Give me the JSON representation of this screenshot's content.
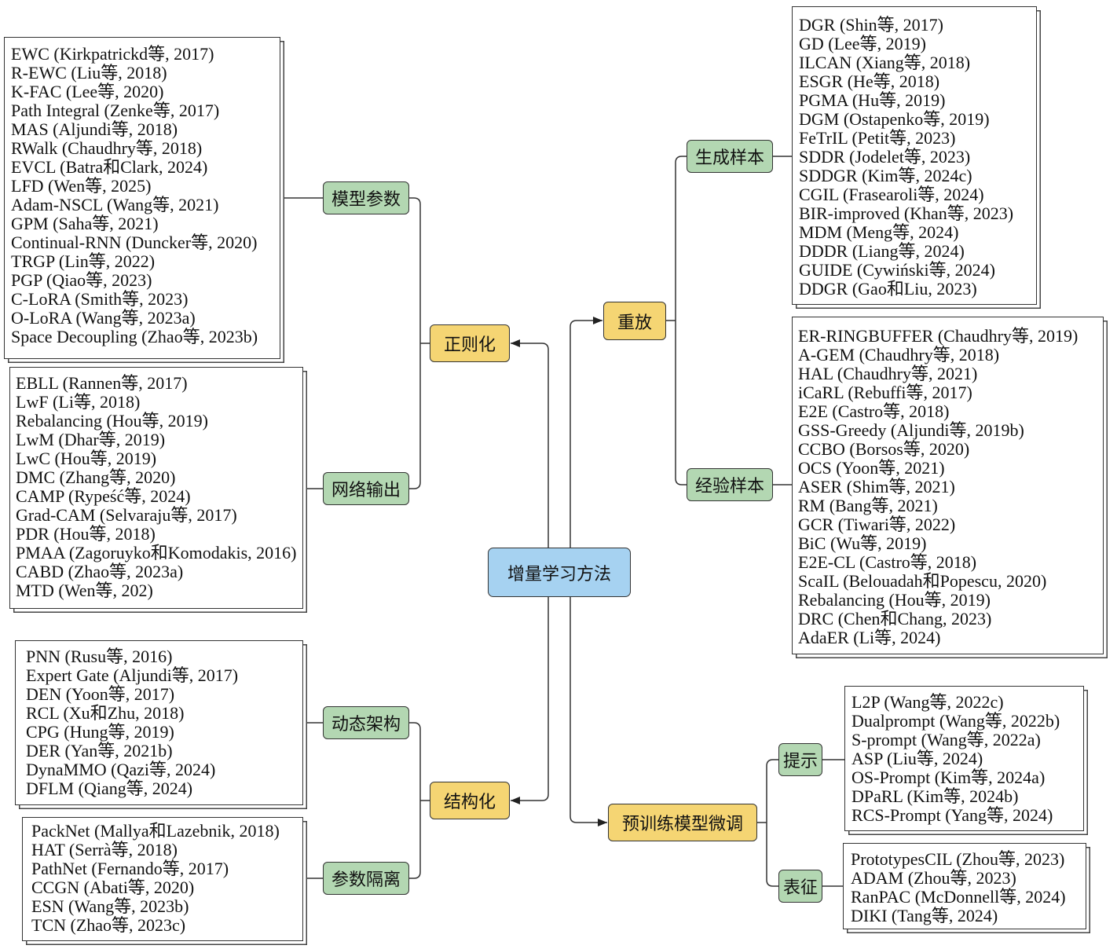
{
  "root": {
    "label": "增量学习方法"
  },
  "categories": [
    {
      "label": "正则化",
      "subcategories": [
        {
          "label": "模型参数",
          "methods": [
            "EWC (Kirkpatrickd等, 2017)",
            "R-EWC (Liu等, 2018)",
            "K-FAC (Lee等, 2020)",
            "Path Integral (Zenke等, 2017)",
            "MAS (Aljundi等, 2018)",
            "RWalk (Chaudhry等, 2018)",
            "EVCL (Batra和Clark, 2024)",
            "LFD (Wen等, 2025)",
            "Adam-NSCL (Wang等, 2021)",
            "GPM (Saha等, 2021)",
            "Continual-RNN (Duncker等, 2020)",
            "TRGP (Lin等, 2022)",
            "PGP (Qiao等, 2023)",
            "C-LoRA (Smith等, 2023)",
            "O-LoRA (Wang等, 2023a)",
            "Space Decoupling (Zhao等, 2023b)"
          ]
        },
        {
          "label": "网络输出",
          "methods": [
            "EBLL (Rannen等, 2017)",
            "LwF (Li等, 2018)",
            "Rebalancing (Hou等, 2019)",
            "LwM (Dhar等, 2019)",
            "LwC (Hou等, 2019)",
            "DMC (Zhang等, 2020)",
            "CAMP (Rypeść等, 2024)",
            "Grad-CAM (Selvaraju等, 2017)",
            "PDR (Hou等, 2018)",
            "PMAA (Zagoruyko和Komodakis, 2016)",
            "CABD (Zhao等, 2023a)",
            "MTD (Wen等, 202)"
          ]
        }
      ]
    },
    {
      "label": "结构化",
      "subcategories": [
        {
          "label": "动态架构",
          "methods": [
            "PNN (Rusu等, 2016)",
            "Expert Gate (Aljundi等, 2017)",
            "DEN (Yoon等, 2017)",
            "RCL (Xu和Zhu, 2018)",
            "CPG (Hung等, 2019)",
            "DER (Yan等, 2021b)",
            "DynaMMO (Qazi等, 2024)",
            "DFLM (Qiang等, 2024)"
          ]
        },
        {
          "label": "参数隔离",
          "methods": [
            "PackNet (Mallya和Lazebnik, 2018)",
            "HAT (Serrà等, 2018)",
            "PathNet (Fernando等, 2017)",
            "CCGN (Abati等, 2020)",
            "ESN (Wang等, 2023b)",
            "TCN (Zhao等, 2023c)"
          ]
        }
      ]
    },
    {
      "label": "重放",
      "subcategories": [
        {
          "label": "生成样本",
          "methods": [
            "DGR (Shin等, 2017)",
            "GD (Lee等, 2019)",
            "ILCAN (Xiang等, 2018)",
            "ESGR (He等, 2018)",
            "PGMA (Hu等, 2019)",
            "DGM (Ostapenko等, 2019)",
            "FeTrIL (Petit等, 2023)",
            "SDDR (Jodelet等, 2023)",
            "SDDGR (Kim等, 2024c)",
            "CGIL (Frasearoli等, 2024)",
            "BIR-improved (Khan等, 2023)",
            "MDM (Meng等, 2024)",
            "DDDR (Liang等, 2024)",
            "GUIDE (Cywiński等, 2024)",
            "DDGR (Gao和Liu, 2023)"
          ]
        },
        {
          "label": "经验样本",
          "methods": [
            "ER-RINGBUFFER (Chaudhry等, 2019)",
            "A-GEM (Chaudhry等, 2018)",
            "HAL (Chaudhry等, 2021)",
            "iCaRL (Rebuffi等, 2017)",
            "E2E (Castro等, 2018)",
            "GSS-Greedy (Aljundi等, 2019b)",
            "CCBO (Borsos等, 2020)",
            "OCS (Yoon等, 2021)",
            "ASER (Shim等, 2021)",
            "RM (Bang等, 2021)",
            "GCR (Tiwari等, 2022)",
            "BiC (Wu等, 2019)",
            "E2E-CL (Castro等, 2018)",
            "ScaIL (Belouadah和Popescu, 2020)",
            "Rebalancing (Hou等, 2019)",
            "DRC (Chen和Chang, 2023)",
            "AdaER (Li等, 2024)"
          ]
        }
      ]
    },
    {
      "label": "预训练模型微调",
      "subcategories": [
        {
          "label": "提示",
          "methods": [
            "L2P (Wang等, 2022c)",
            "Dualprompt (Wang等, 2022b)",
            "S-prompt (Wang等, 2022a)",
            "ASP (Liu等, 2024)",
            "OS-Prompt (Kim等, 2024a)",
            "DPaRL (Kim等, 2024b)",
            "RCS-Prompt (Yang等, 2024)"
          ]
        },
        {
          "label": "表征",
          "methods": [
            "PrototypesCIL (Zhou等, 2023)",
            "ADAM (Zhou等, 2023)",
            "RanPAC (McDonnell等, 2024)",
            "DIKI (Tang等, 2024)"
          ]
        }
      ]
    }
  ],
  "colors": {
    "root": "#a6d2f1",
    "category": "#f5d573",
    "subcategory": "#b3d7b2",
    "line": "#333333"
  }
}
